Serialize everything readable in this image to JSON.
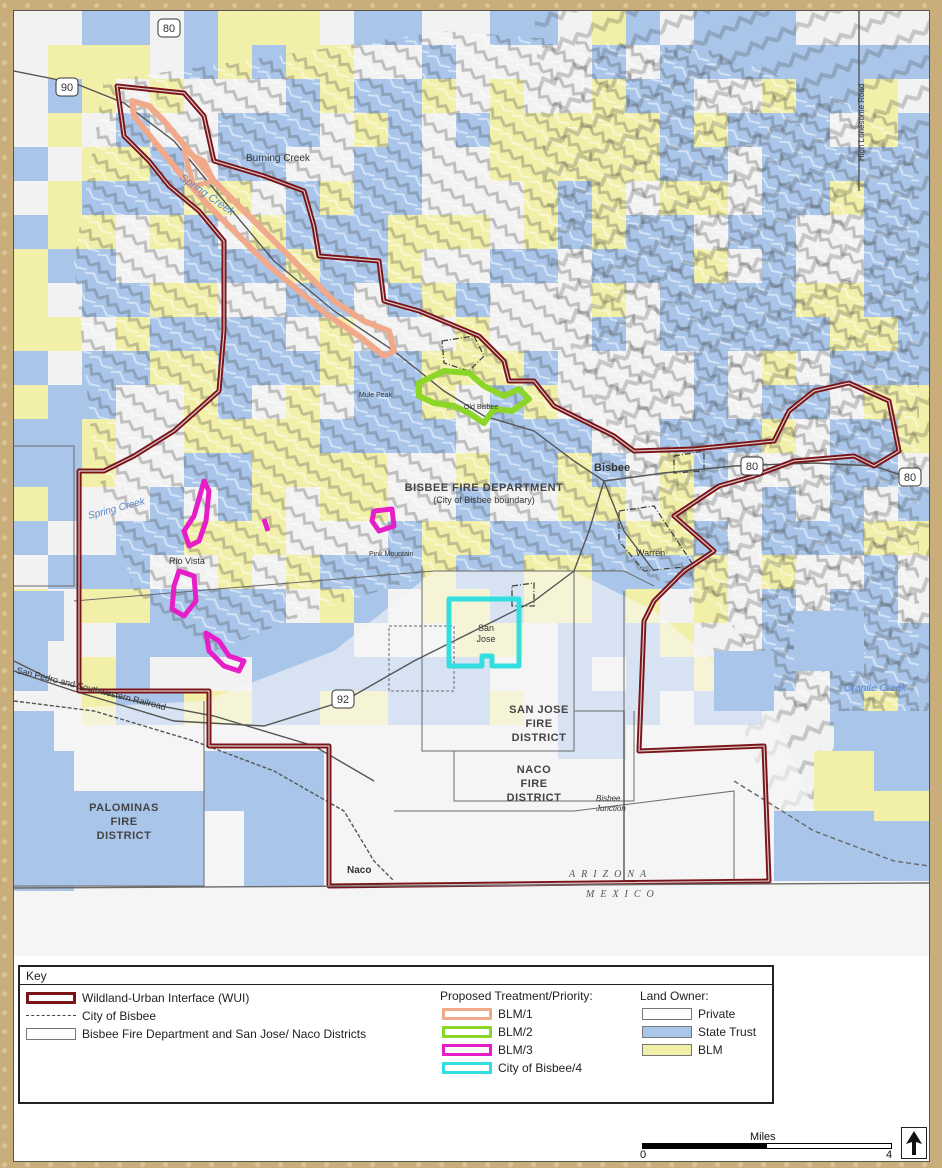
{
  "map_labels": {
    "burning_creek": "Burning Creek",
    "spring_creek_north": "Spring Creek",
    "spring_creek_west": "Spring Creek",
    "high_lonesome_road": "High Lonesome Road",
    "bisbee": "Bisbee",
    "bisbee_fire_dept_line1": "BISBEE FIRE DEPARTMENT",
    "bisbee_fire_dept_line2": "(City of Bisbee boundary)",
    "warren": "Warren",
    "rio_vista": "Rio Vista",
    "mule_peak": "Mule Peak",
    "old_bisbee": "Old Bisbee",
    "tombstone_mountain": "Pink Mountain",
    "san_jose_line1": "San",
    "san_jose_line2": "Jose",
    "san_jose_district_line1": "SAN JOSE",
    "san_jose_district_line2": "FIRE",
    "san_jose_district_line3": "DISTRICT",
    "naco_district_line1": "NACO",
    "naco_district_line2": "FIRE",
    "naco_district_line3": "DISTRICT",
    "palominas_line1": "PALOMINAS",
    "palominas_line2": "FIRE",
    "palominas_line3": "DISTRICT",
    "bisbee_junction_line1": "Bisbee",
    "bisbee_junction_line2": "Junction",
    "naco": "Naco",
    "arizona": "ARIZONA",
    "mexico": "MEXICO",
    "granite_creek": "Granite Creek",
    "railroad": "San Pedro and Southwestern Railroad",
    "hwy_80_top": "80",
    "hwy_90": "90",
    "hwy_80_mid": "80",
    "hwy_80_right": "80",
    "hwy_92": "92"
  },
  "legend": {
    "key_title": "Key",
    "wui": "Wildland-Urban Interface (WUI)",
    "city_of_bisbee": "City of Bisbee",
    "districts": "Bisbee Fire Department and San Jose/ Naco Districts",
    "treatment_title": "Proposed Treatment/Priority:",
    "blm1": "BLM/1",
    "blm2": "BLM/2",
    "blm3": "BLM/3",
    "city4": "City of Bisbee/4",
    "owner_title": "Land Owner:",
    "private": "Private",
    "state_trust": "State Trust",
    "blm": "BLM"
  },
  "scale": {
    "unit": "Miles",
    "min": "0",
    "max": "4"
  },
  "colors": {
    "wui": "#7a1419",
    "blm1": "#f0a98a",
    "blm2": "#8cd62a",
    "blm3": "#e61ec8",
    "city4": "#33dede",
    "state_trust": "#a9c6ea",
    "blm_land": "#f2f0a8",
    "private": "#ffffff"
  }
}
